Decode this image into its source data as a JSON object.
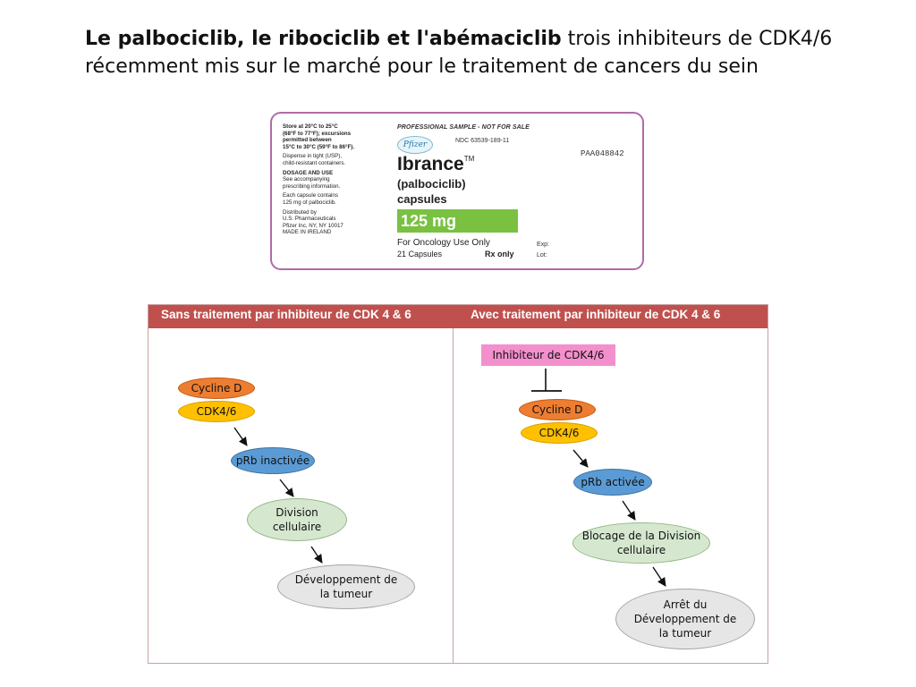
{
  "title": {
    "bold": "Le palbociclib, le ribociclib et l'abémaciclib",
    "rest": " trois inhibiteurs de CDK4/6 récemment mis sur le marché pour le traitement de cancers du sein"
  },
  "label": {
    "storage": [
      "Store at 20°C to 25°C",
      "(68°F to 77°F); excursions",
      "permitted between",
      "15°C to 30°C (59°F to 86°F)."
    ],
    "dispense": [
      "Dispense in tight (USP),",
      "child-resistant containers."
    ],
    "dosage_heading": "DOSAGE AND USE",
    "dosage": [
      "See accompanying",
      "prescribing information."
    ],
    "contains": [
      "Each capsule contains",
      "125 mg of palbociclib."
    ],
    "distributor": [
      "Distributed by",
      "U.S. Pharmaceuticals",
      "Pfizer Inc, NY, NY 10017",
      "MADE IN IRELAND"
    ],
    "sample": "PROFESSIONAL SAMPLE - NOT FOR SALE",
    "logo": "Pfizer",
    "ndc": "NDC 63539-189-11",
    "code": "PAA048842",
    "brand": "Ibrance",
    "trademark": "TM",
    "generic": "(palbociclib)",
    "form": "capsules",
    "dose": "125 mg",
    "use": "For Oncology Use Only",
    "count": "21 Capsules",
    "rx": "Rx only",
    "exp": "Exp:",
    "lot": "Lot:"
  },
  "table": {
    "header_left": "Sans traitement par inhibiteur de CDK 4 & 6",
    "header_right": "Avec traitement par inhibiteur de CDK 4 & 6",
    "left": {
      "cycline": "Cycline D",
      "cdk": "CDK4/6",
      "prb": "pRb inactivée",
      "division": "Division cellulaire",
      "outcome": "Développement de la tumeur"
    },
    "right": {
      "inhibitor": "Inhibiteur de CDK4/6",
      "cycline": "Cycline D",
      "cdk": "CDK4/6",
      "prb": "pRb activée",
      "division": "Blocage de la Division cellulaire",
      "outcome": "Arrêt du Développement de la tumeur"
    }
  },
  "colors": {
    "header": "#c0504d",
    "label_border": "#b06aa8",
    "dose_bar": "#7ac142",
    "inhibitor": "#f48fce"
  }
}
